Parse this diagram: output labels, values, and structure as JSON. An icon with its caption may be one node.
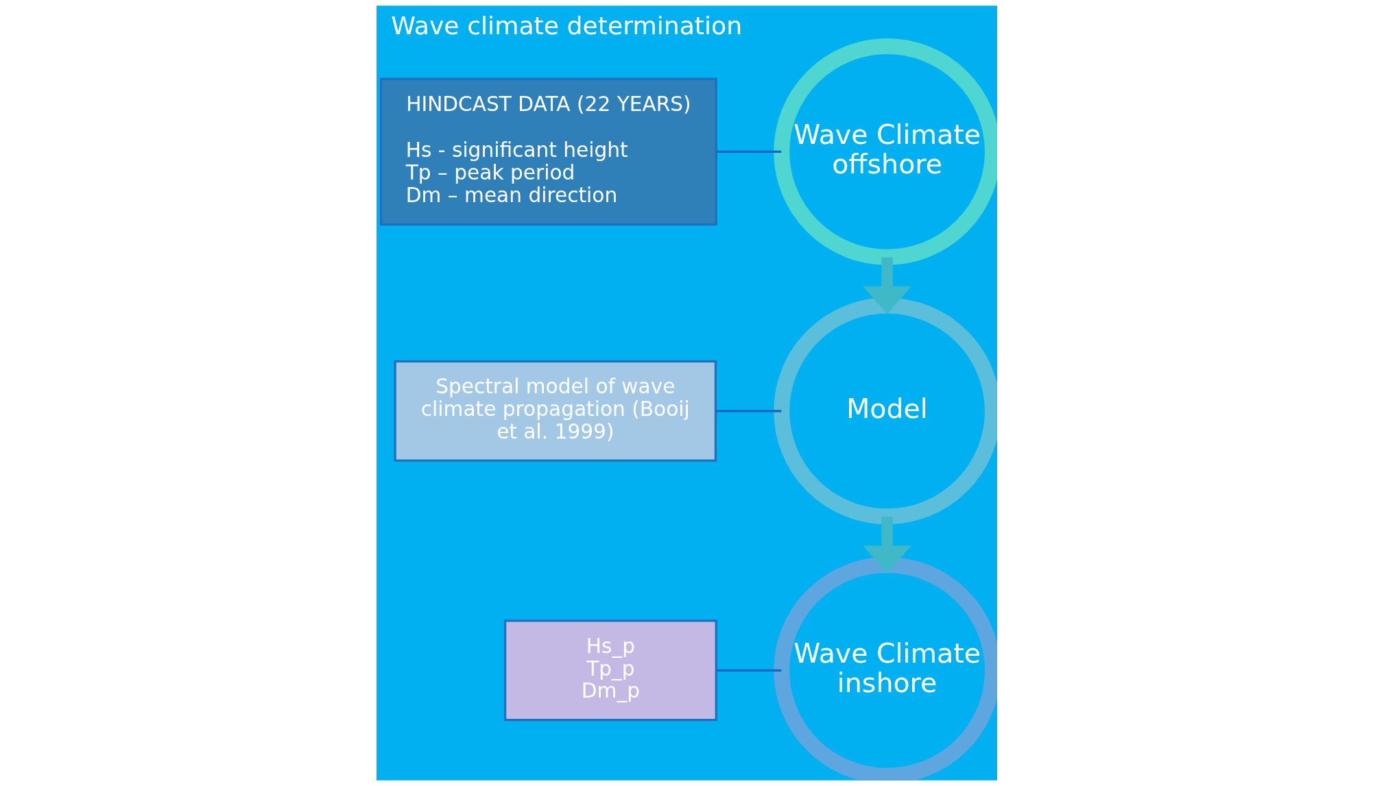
{
  "diagram": {
    "title": "Wave climate determination",
    "nodes": [
      {
        "text": [
          "Wave Climate offshore"
        ]
      },
      {
        "text": [
          "Model"
        ]
      },
      {
        "text": [
          "Wave Climate inshore"
        ]
      },
      {
        "text": [
          "HINDCAST DATA (22 YEARS)",
          "Hs - significant height",
          "Tp – peak period",
          "Dm – mean direction"
        ]
      },
      {
        "text": [
          "Spectral model of wave climate propagation (Booij et al. 1999)"
        ]
      },
      {
        "text": [
          "Hs_p",
          "Tp_p",
          "Dm_p"
        ]
      }
    ],
    "edges": [
      {
        "from": 0,
        "to": 1,
        "arrow": "to",
        "style": "thick",
        "color": "#3fb8c8"
      },
      {
        "from": 1,
        "to": 2,
        "arrow": "to",
        "style": "thick",
        "color": "#3fb8c8"
      },
      {
        "from": 3,
        "to": 0,
        "arrow": "none"
      },
      {
        "from": 4,
        "to": 1,
        "arrow": "none"
      },
      {
        "from": 5,
        "to": 2,
        "arrow": "none"
      }
    ]
  }
}
